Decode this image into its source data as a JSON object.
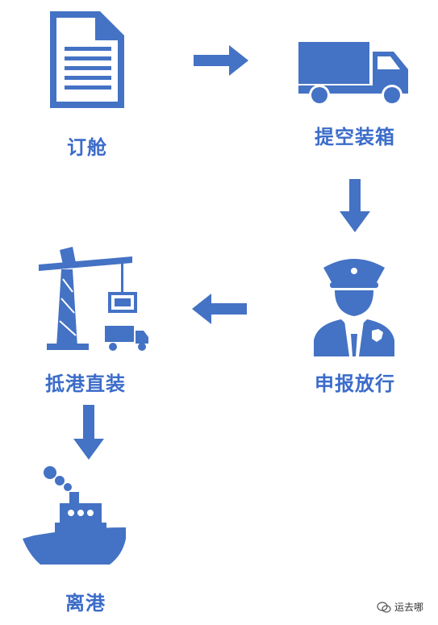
{
  "colors": {
    "accent": "#4472C4",
    "label": "#3B6CC9"
  },
  "steps": [
    {
      "label": "订舱",
      "icon": "document-icon"
    },
    {
      "label": "提空装箱",
      "icon": "truck-icon"
    },
    {
      "label": "申报放行",
      "icon": "customs-officer-icon"
    },
    {
      "label": "抵港直装",
      "icon": "crane-icon"
    },
    {
      "label": "离港",
      "icon": "ship-icon"
    }
  ],
  "arrows": [
    "arrow-right-icon",
    "arrow-down-icon",
    "arrow-left-icon",
    "arrow-down-icon"
  ],
  "watermark": {
    "text": "运去哪",
    "icon": "wechat-icon"
  }
}
